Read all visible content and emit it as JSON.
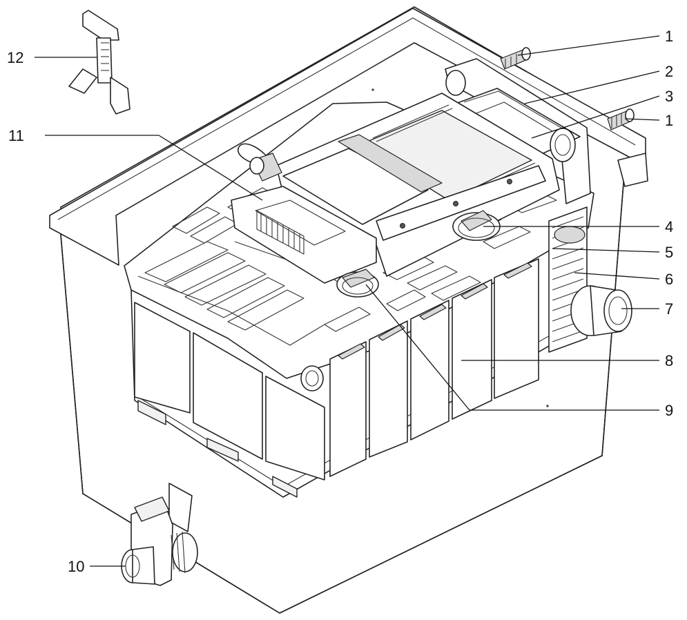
{
  "callouts": [
    {
      "id": "c1a",
      "text": "1"
    },
    {
      "id": "c2",
      "text": "2"
    },
    {
      "id": "c3",
      "text": "3"
    },
    {
      "id": "c1b",
      "text": "1"
    },
    {
      "id": "c11",
      "text": "11"
    },
    {
      "id": "c12",
      "text": "12"
    },
    {
      "id": "c4",
      "text": "4"
    },
    {
      "id": "c5",
      "text": "5"
    },
    {
      "id": "c6",
      "text": "6"
    },
    {
      "id": "c7",
      "text": "7"
    },
    {
      "id": "c8",
      "text": "8"
    },
    {
      "id": "c9",
      "text": "9"
    },
    {
      "id": "c10",
      "text": "10"
    }
  ]
}
